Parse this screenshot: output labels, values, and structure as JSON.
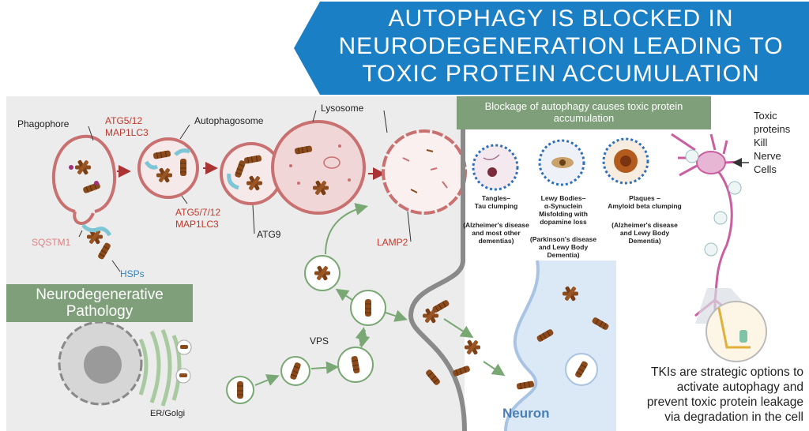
{
  "banner": {
    "title": "AUTOPHAGY IS BLOCKED IN\nNEURODEGENERATION LEADING TO\nTOXIC PROTEIN ACCUMULATION",
    "color": "#1a7fc4"
  },
  "pathway": {
    "phagophore": "Phagophore",
    "atg5_12": "ATG5/12",
    "map1lc3_top": "MAP1LC3",
    "autophagosome": "Autophagosome",
    "lysosome": "Lysosome",
    "atg5_7_12": "ATG5/7/12",
    "map1lc3_bottom": "MAP1LC3",
    "atg9": "ATG9",
    "lamp2": "LAMP2",
    "sqstm1": "SQSTM1",
    "hsps": "HSPs",
    "vps": "VPS",
    "er_golgi": "ER/Golgi"
  },
  "neurodegenerative_box": "Neurodegenerative\nPathology",
  "blockage_box": "Blockage of autophagy causes toxic protein\naccumulation",
  "pathologies": [
    {
      "title": "Tangles–\nTau clumping",
      "note": "(Alzheimer's disease\nand most other\ndementias)"
    },
    {
      "title": "Lewy Bodies–\nα-Synuclein\nMisfolding with\ndopamine loss",
      "note": "(Parkinson's disease\nand Lewy Body\nDementia)"
    },
    {
      "title": "Plaques –\nAmyloid beta clumping",
      "note": "(Alzheimer's disease\nand Lewy Body\nDementia)"
    }
  ],
  "toxic_text": "Toxic\nproteins\nKill\nNerve\nCells",
  "neuron_label": "Neuron",
  "tki_text": "TKIs are strategic options to\nactivate autophagy and\nprevent toxic protein leakage\nvia degradation in the cell",
  "colors": {
    "panel_gray": "#ececec",
    "green_box": "#7f9f7a",
    "vesicle_red": "#c97070",
    "protein_brown": "#8b4a1c",
    "neuron_blue": "#dbe8f6",
    "nerve_pink": "#c95fa0"
  }
}
